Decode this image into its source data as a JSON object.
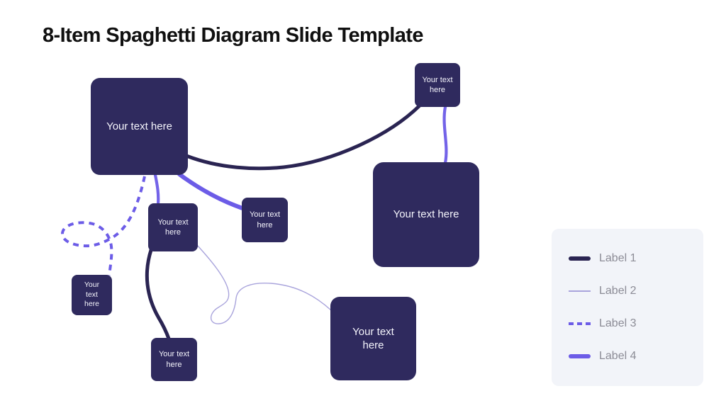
{
  "slide": {
    "title": "8-Item Spaghetti Diagram Slide Template",
    "background": "#FFFFFF"
  },
  "nodes": [
    {
      "id": "node-top-left-large",
      "label": "Your text here"
    },
    {
      "id": "node-top-small",
      "label": "Your text here"
    },
    {
      "id": "node-mid-right-large",
      "label": "Your text here"
    },
    {
      "id": "node-mid-left-small",
      "label": "Your text here"
    },
    {
      "id": "node-center-small",
      "label": "Your text here"
    },
    {
      "id": "node-left-tiny",
      "label": "Your text here"
    },
    {
      "id": "node-bottom-small",
      "label": "Your text here"
    },
    {
      "id": "node-bottom-center",
      "label": "Your text here"
    }
  ],
  "legend": {
    "items": [
      {
        "label": "Label 1",
        "style": "thick-dark-line"
      },
      {
        "label": "Label 2",
        "style": "thin-light-line"
      },
      {
        "label": "Label 3",
        "style": "dashed-purple-line"
      },
      {
        "label": "Label 4",
        "style": "thick-purple-line"
      }
    ]
  },
  "colors": {
    "node_fill": "#2F2A5E",
    "node_text": "#F4F4FB",
    "label1_line": "#2A2452",
    "label2_line": "#A9A4DC",
    "label3_line": "#6C5CE7",
    "label4_line": "#6C5CE7",
    "legend_bg": "#F2F4F9",
    "legend_text": "#8C8C96",
    "title_text": "#101010"
  }
}
